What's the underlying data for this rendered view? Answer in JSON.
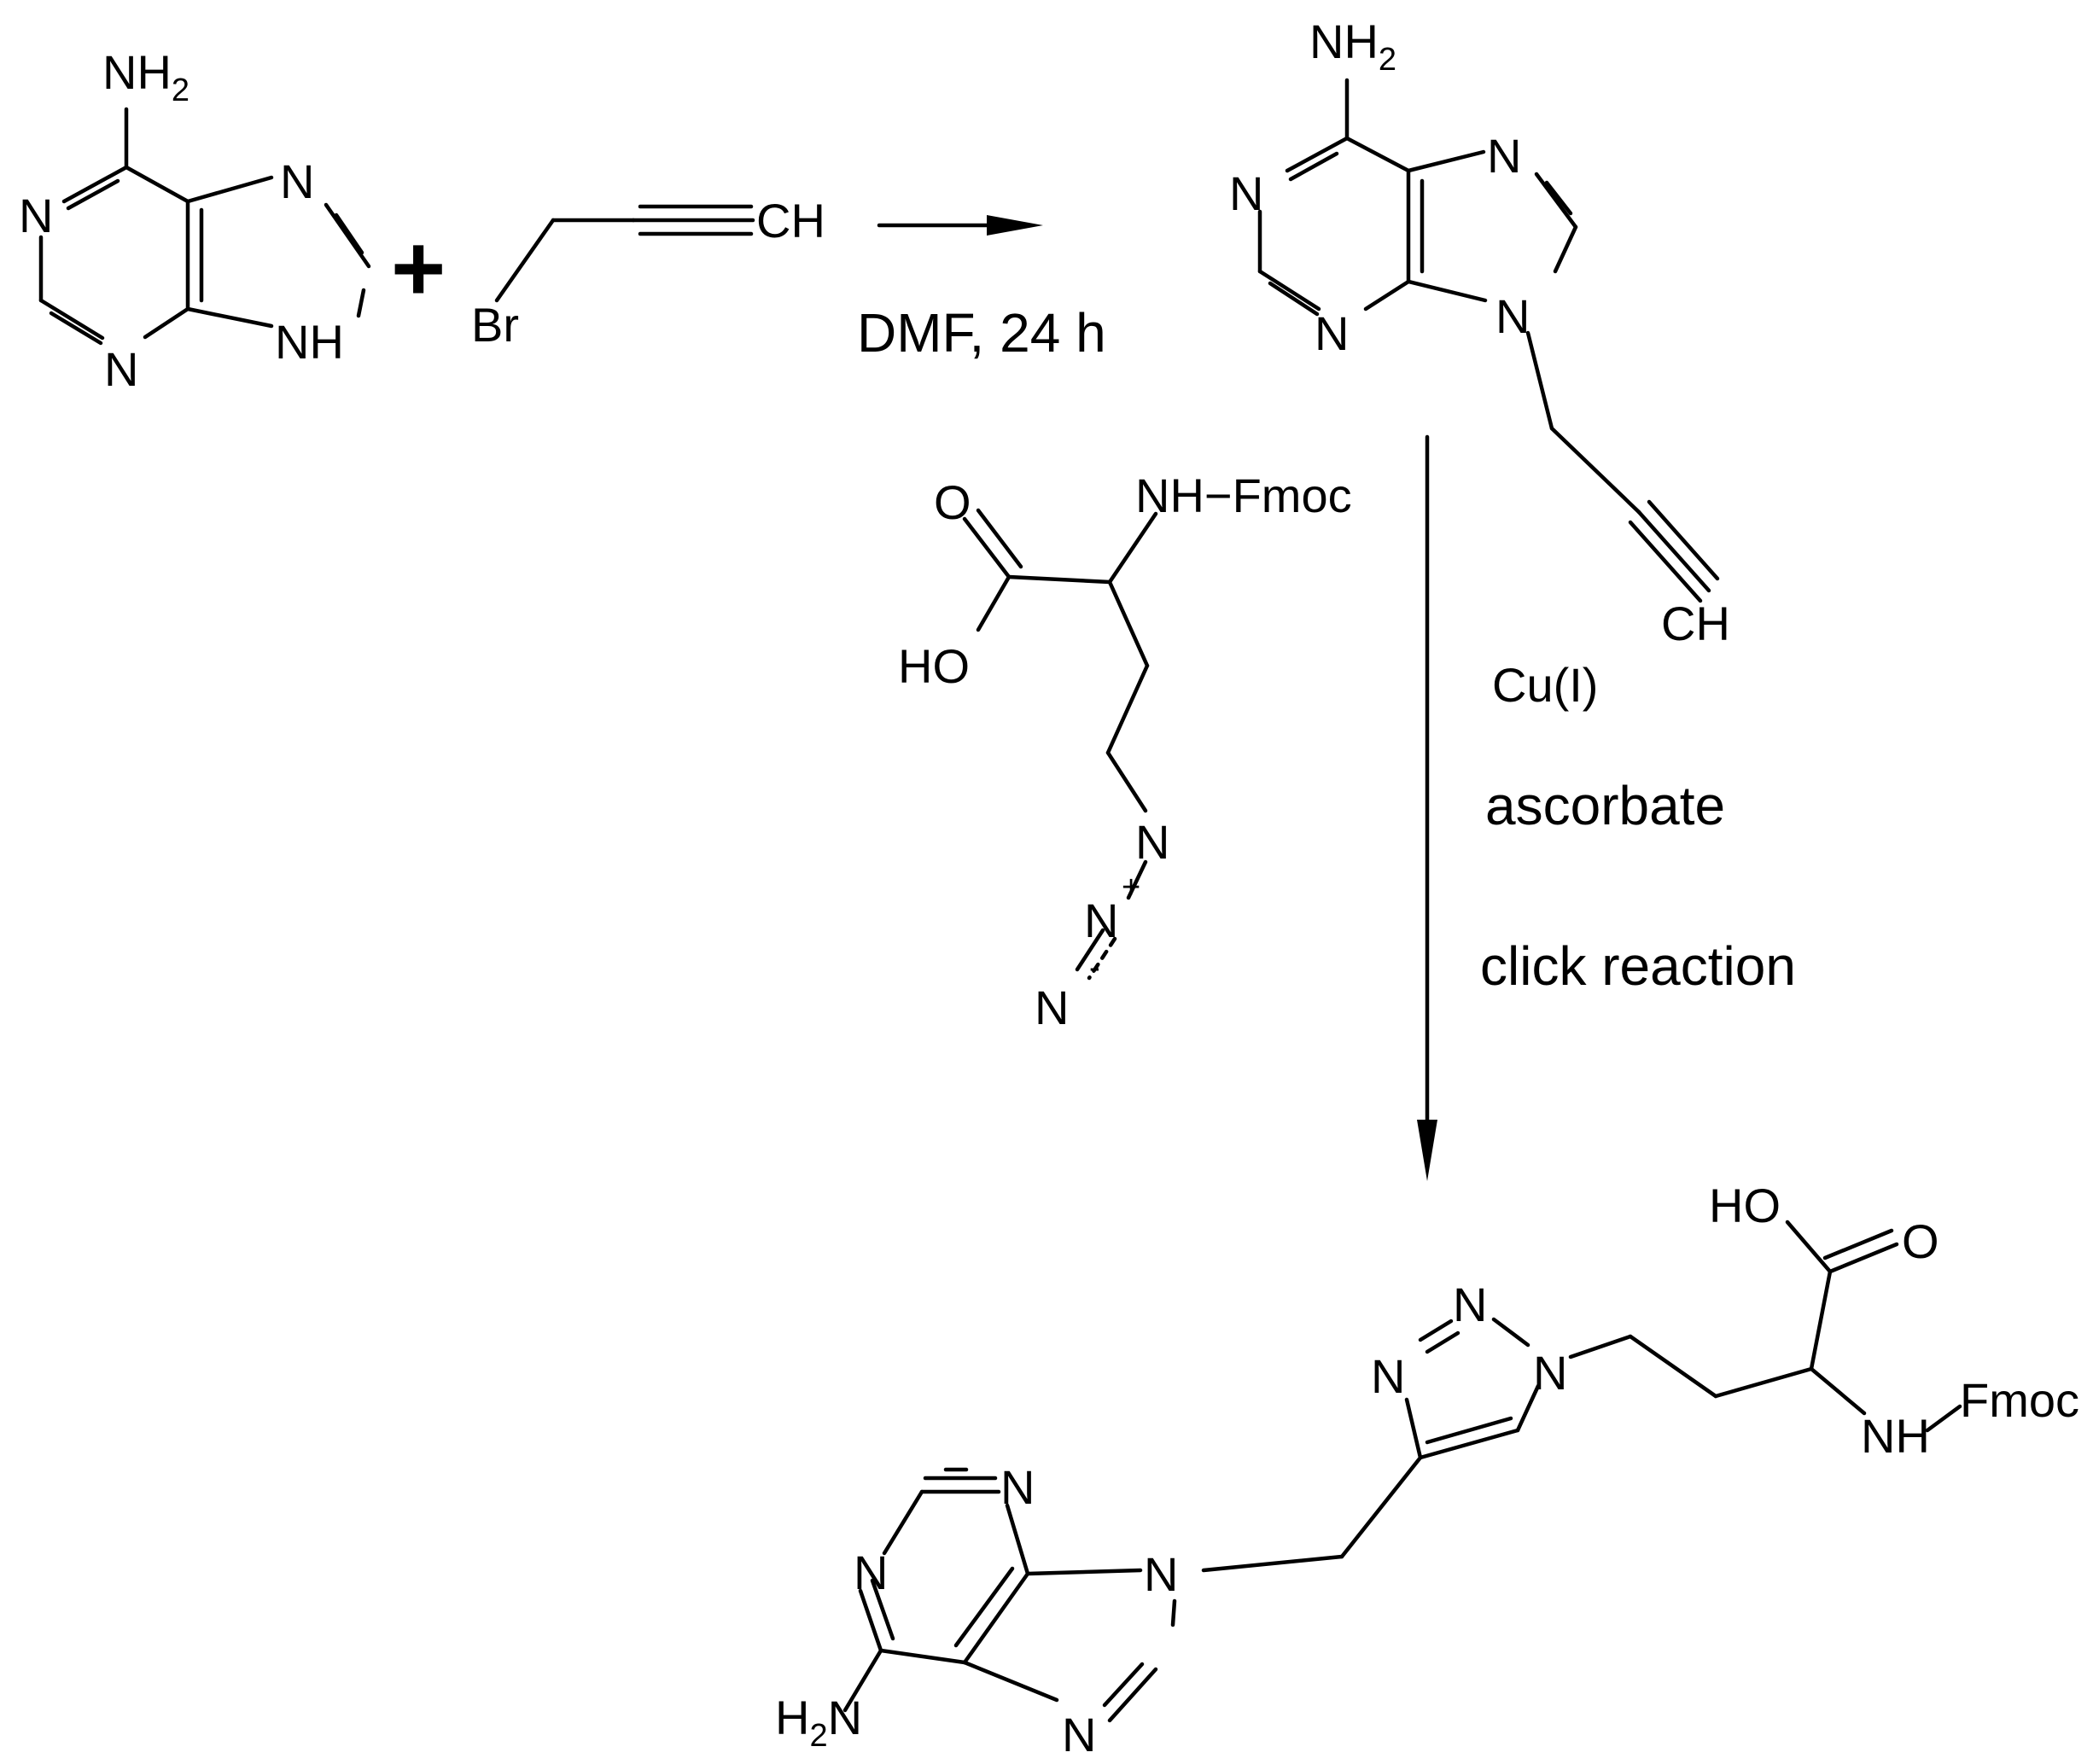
{
  "atoms": {
    "N": "N",
    "NH": "NH",
    "NH2_main": "NH",
    "H2_main": "H",
    "sub2": "2",
    "CH": "CH",
    "Br": "Br",
    "O": "O",
    "HO": "HO",
    "NH_Fmoc": "NH−Fmoc",
    "Fmoc": "Fmoc",
    "plus_charge": "+",
    "minus_charge": "-"
  },
  "operators": {
    "plus": "+"
  },
  "conditions": {
    "step1": "DMF, 24 h",
    "cat": "Cu(I)",
    "reductant": "ascorbate",
    "reaction": "click reaction"
  }
}
